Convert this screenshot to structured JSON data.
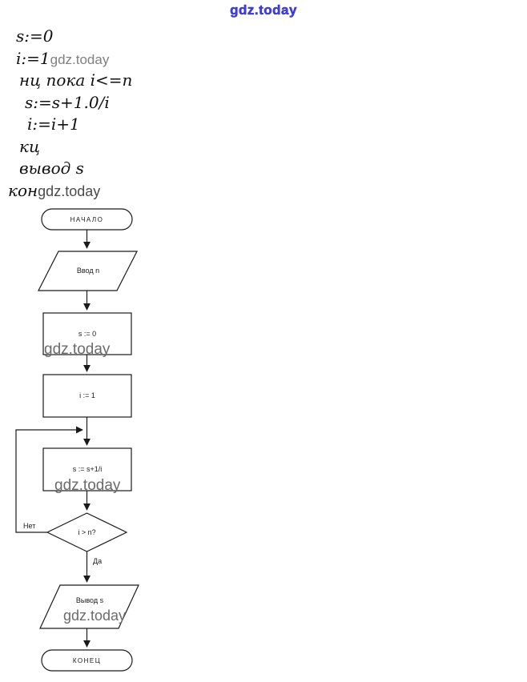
{
  "page": {
    "watermark_top": "gdz.today"
  },
  "pseudocode": {
    "lines": [
      {
        "code": "s:=0"
      },
      {
        "code": "i:=1",
        "watermark": "gdz.today"
      },
      {
        "code": "нц пока i<=n"
      },
      {
        "code": "s:=s+1.0/i"
      },
      {
        "code": "i:=i+1"
      },
      {
        "code": "кц"
      },
      {
        "code": "вывод s"
      },
      {
        "code": "кон",
        "watermark": "gdz.today"
      }
    ]
  },
  "flowchart": {
    "nodes": {
      "start": "НАЧАЛО",
      "input": "Ввод n",
      "init_s": "s := 0",
      "init_i": "i := 1",
      "loop_body": "s := s+1/i",
      "condition": "i > n?",
      "output": "Вывод s",
      "end": "КОНЕЦ"
    },
    "branch_labels": {
      "no": "Нет",
      "yes": "Да"
    },
    "watermarks": [
      "gdz.today",
      "gdz.today",
      "gdz.today"
    ]
  }
}
